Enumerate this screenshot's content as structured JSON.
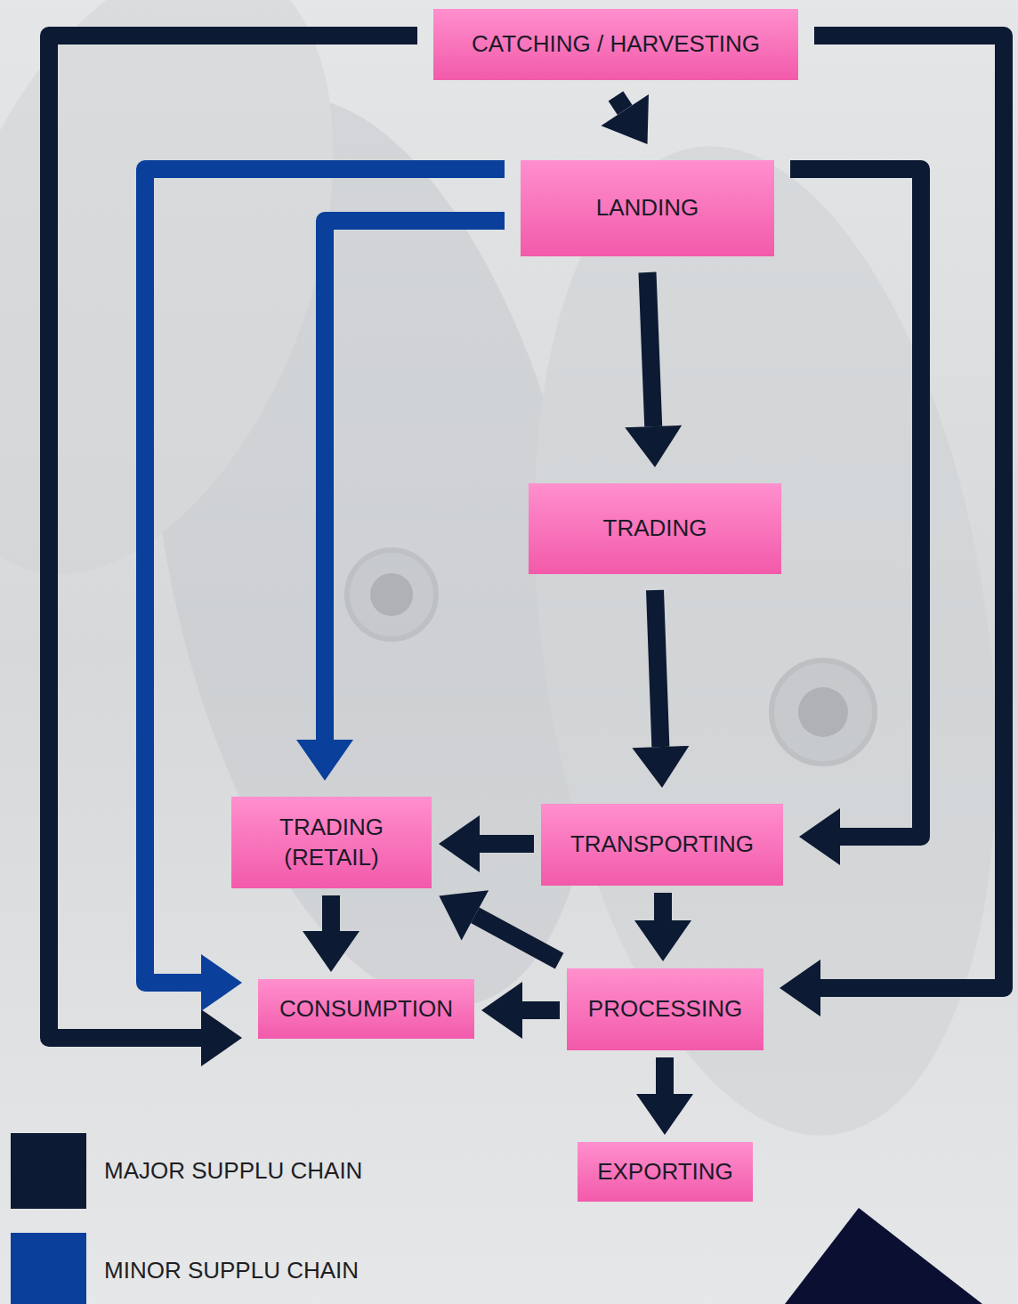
{
  "diagram": {
    "nodes": [
      {
        "text": [
          "CATCHING / HARVESTING"
        ]
      },
      {
        "text": [
          "LANDING"
        ]
      },
      {
        "text": [
          "TRADING"
        ]
      },
      {
        "text": [
          "TRADING (RETAIL)"
        ]
      },
      {
        "text": [
          "TRANSPORTING"
        ]
      },
      {
        "text": [
          "CONSUMPTION"
        ]
      },
      {
        "text": [
          "PROCESSING"
        ]
      },
      {
        "text": [
          "EXPORTING"
        ]
      }
    ],
    "edges": [
      {
        "from": 0,
        "to": 1,
        "arrow": "to"
      },
      {
        "from": 1,
        "to": 2,
        "arrow": "to"
      },
      {
        "from": 2,
        "to": 4,
        "arrow": "to"
      },
      {
        "from": 4,
        "to": 3,
        "arrow": "to"
      },
      {
        "from": 4,
        "to": 6,
        "arrow": "to"
      },
      {
        "from": 3,
        "to": 5,
        "arrow": "to"
      },
      {
        "from": 6,
        "to": 3,
        "arrow": "to"
      },
      {
        "from": 6,
        "to": 5,
        "arrow": "to"
      },
      {
        "from": 6,
        "to": 7,
        "arrow": "to"
      },
      {
        "from": 0,
        "to": 5,
        "arrow": "to"
      },
      {
        "from": 0,
        "to": 6,
        "arrow": "to"
      },
      {
        "from": 1,
        "to": 4,
        "arrow": "to"
      },
      {
        "from": 1,
        "to": 5,
        "arrow": "to"
      },
      {
        "from": 1,
        "to": 3,
        "arrow": "to"
      }
    ],
    "legend": [
      {
        "text": "MAJOR SUPPLU CHAIN",
        "color": "#0c1a33"
      },
      {
        "text": "MINOR SUPPLU CHAIN",
        "color": "#0a3f9c"
      }
    ]
  }
}
